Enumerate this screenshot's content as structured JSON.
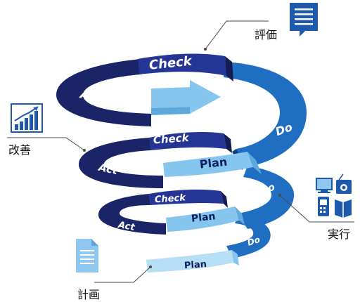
{
  "diagram": {
    "title": "",
    "phases": {
      "plan": "Plan",
      "do": "Do",
      "check": "Check",
      "act": "Act"
    },
    "callouts": {
      "evaluation": "評価",
      "improvement": "改善",
      "execution": "実行",
      "planning": "計画"
    },
    "icons": {
      "evaluation": "speech-bubble-document-icon",
      "improvement": "rising-bar-chart-icon",
      "execution": "devices-icon",
      "planning": "document-icon"
    },
    "colors": {
      "act_navy": "#1b2466",
      "check_navy": "#253596",
      "do_blue": "#1f6ec1",
      "do_dark": "#123f7a",
      "plan_light": "#86c6ee",
      "plan_pale": "#b6def5",
      "icon_blue": "#1f59ae",
      "icon_light": "#8fc7ee",
      "leader_line": "#4a4a4a"
    }
  }
}
